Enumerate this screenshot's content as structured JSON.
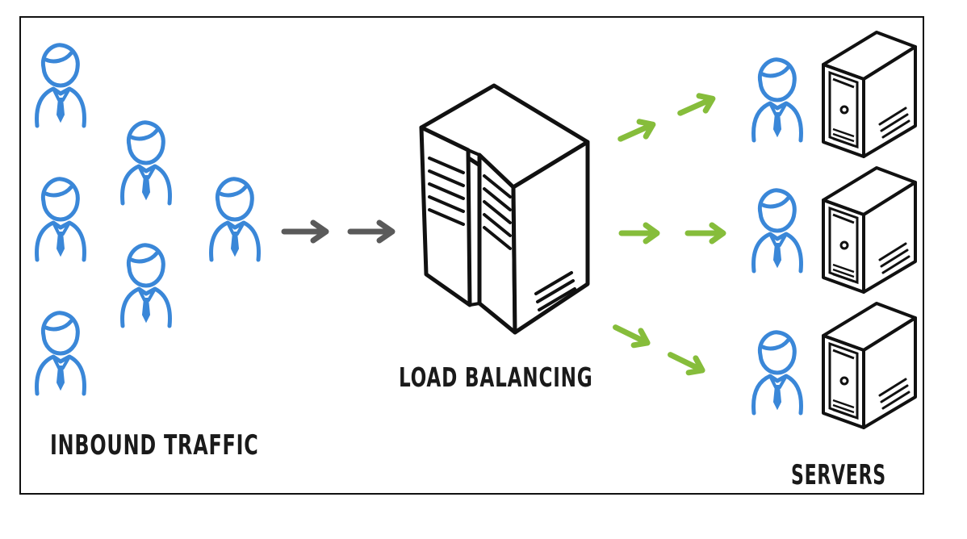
{
  "labels": {
    "inbound": "INBOUND TRAFFIC",
    "load_balancing": "LOAD BALANCING",
    "servers": "SERVERS"
  },
  "colors": {
    "user_blue": "#3a87d8",
    "inbound_arrow_gray": "#5a5a5a",
    "outbound_arrow_green": "#86bd3b",
    "ink": "#111111"
  },
  "icons": {
    "user": "user-icon",
    "load_balancer": "load-balancer-server-icon",
    "server": "server-tower-icon",
    "arrow": "arrow-right-icon"
  }
}
